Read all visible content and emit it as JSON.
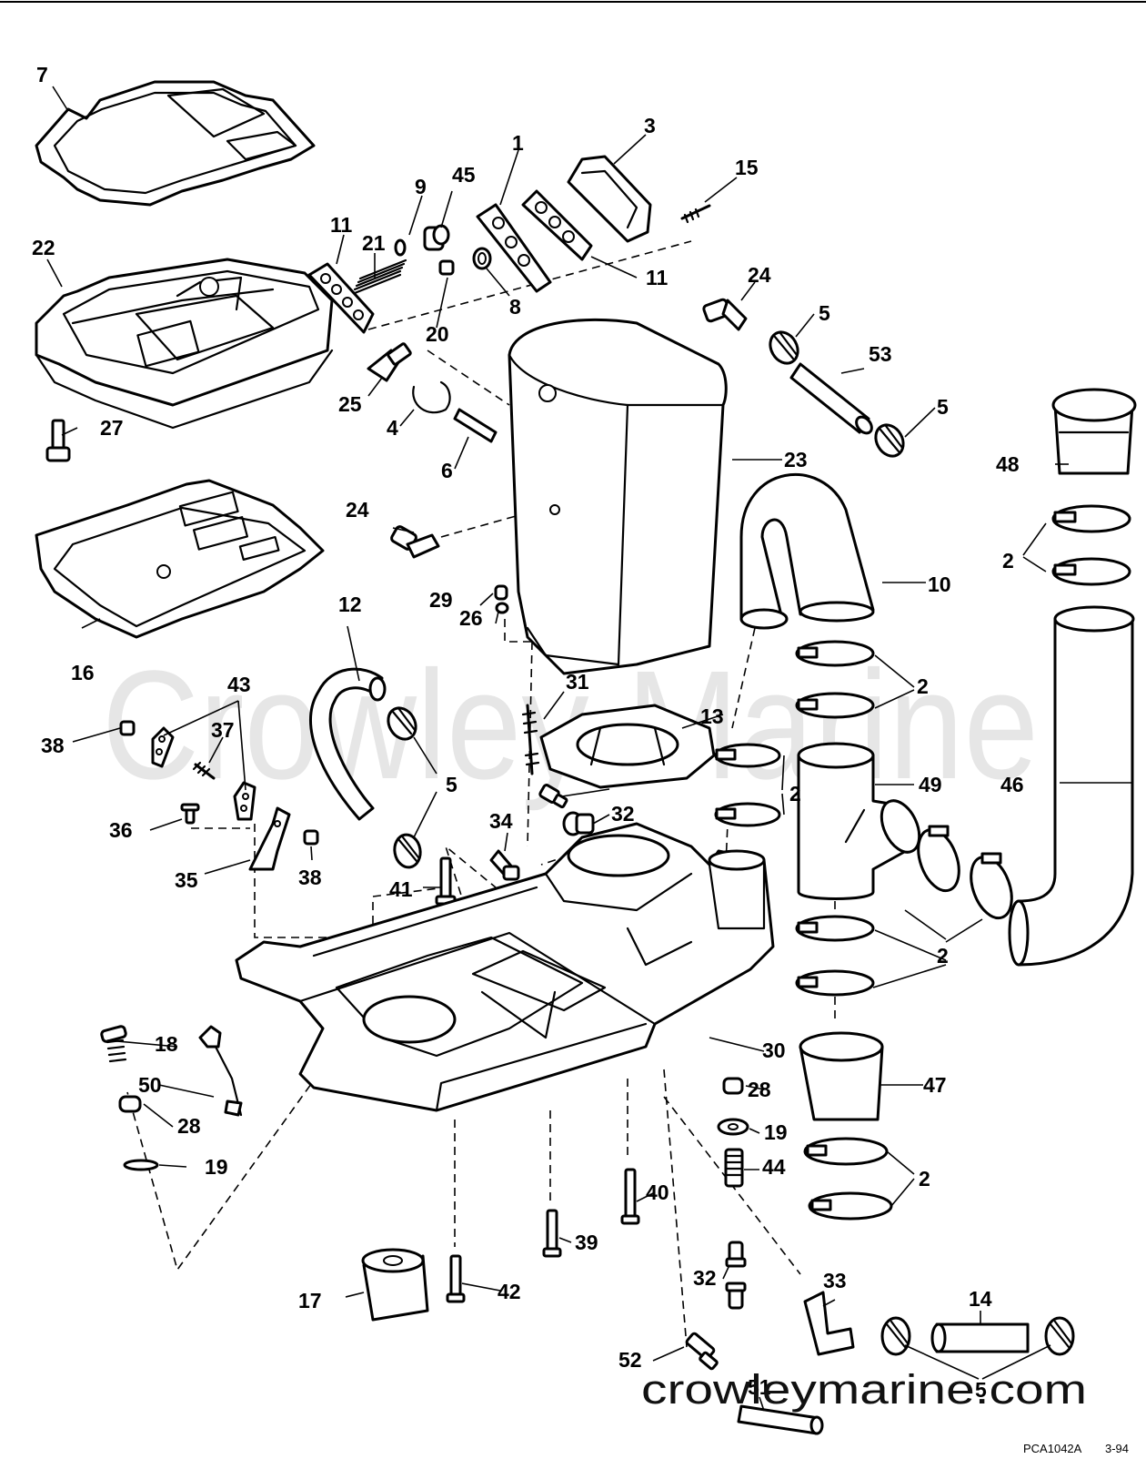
{
  "watermark": "Crowley Marine",
  "site_url": "crowleymarine.com",
  "drawing_ref": "PCA1042A",
  "drawing_date": "3-94",
  "callouts": [
    {
      "label": "1"
    },
    {
      "label": "2"
    },
    {
      "label": "2"
    },
    {
      "label": "2"
    },
    {
      "label": "2"
    },
    {
      "label": "2"
    },
    {
      "label": "3"
    },
    {
      "label": "4"
    },
    {
      "label": "5"
    },
    {
      "label": "5"
    },
    {
      "label": "5"
    },
    {
      "label": "5"
    },
    {
      "label": "6"
    },
    {
      "label": "7"
    },
    {
      "label": "8"
    },
    {
      "label": "9"
    },
    {
      "label": "10"
    },
    {
      "label": "11"
    },
    {
      "label": "11"
    },
    {
      "label": "12"
    },
    {
      "label": "13"
    },
    {
      "label": "14"
    },
    {
      "label": "15"
    },
    {
      "label": "16"
    },
    {
      "label": "17"
    },
    {
      "label": "18"
    },
    {
      "label": "19"
    },
    {
      "label": "19"
    },
    {
      "label": "20"
    },
    {
      "label": "21"
    },
    {
      "label": "22"
    },
    {
      "label": "23"
    },
    {
      "label": "24"
    },
    {
      "label": "24"
    },
    {
      "label": "25"
    },
    {
      "label": "26"
    },
    {
      "label": "27"
    },
    {
      "label": "28"
    },
    {
      "label": "28"
    },
    {
      "label": "29"
    },
    {
      "label": "30"
    },
    {
      "label": "31"
    },
    {
      "label": "32"
    },
    {
      "label": "32"
    },
    {
      "label": "33"
    },
    {
      "label": "34"
    },
    {
      "label": "35"
    },
    {
      "label": "36"
    },
    {
      "label": "37"
    },
    {
      "label": "38"
    },
    {
      "label": "38"
    },
    {
      "label": "39"
    },
    {
      "label": "40"
    },
    {
      "label": "41"
    },
    {
      "label": "42"
    },
    {
      "label": "43"
    },
    {
      "label": "44"
    },
    {
      "label": "45"
    },
    {
      "label": "46"
    },
    {
      "label": "47"
    },
    {
      "label": "48"
    },
    {
      "label": "49"
    },
    {
      "label": "50"
    },
    {
      "label": "51"
    },
    {
      "label": "52"
    },
    {
      "label": "53"
    }
  ]
}
